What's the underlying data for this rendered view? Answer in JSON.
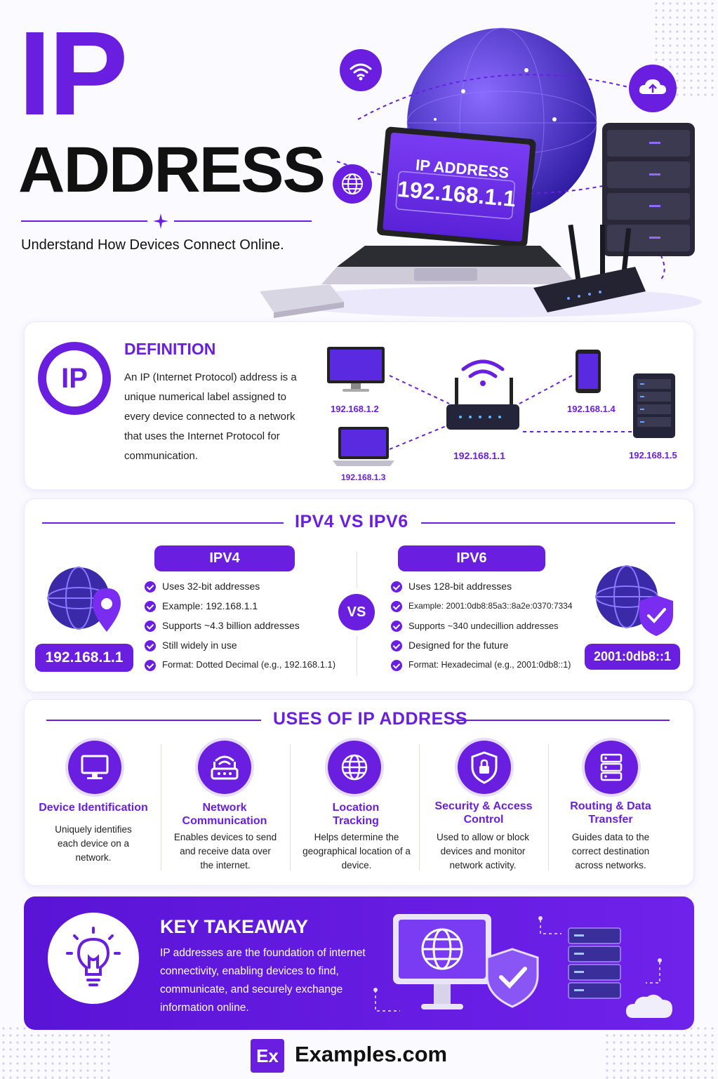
{
  "header": {
    "title_line1": "IP",
    "title_line2": "ADDRESS",
    "subtitle": "Understand How Devices Connect Online.",
    "laptop_screen_title": "IP ADDRESS",
    "laptop_screen_ip": "192.168.1.1"
  },
  "definition": {
    "badge": "IP",
    "heading": "DEFINITION",
    "text": "An IP (Internet Protocol) address is a unique numerical label assigned to every device connected to a network that uses the Internet Protocol for communication.",
    "devices": [
      {
        "label": "192.168.1.2"
      },
      {
        "label": "192.168.1.3"
      },
      {
        "label": "192.168.1.1"
      },
      {
        "label": "192.168.1.4"
      },
      {
        "label": "192.168.1.5"
      }
    ]
  },
  "compare": {
    "heading": "IPV4 VS IPV6",
    "vs": "VS",
    "ipv4": {
      "title": "IPV4",
      "badge": "192.168.1.1",
      "items": [
        "Uses 32-bit addresses",
        "Example: 192.168.1.1",
        "Supports ~4.3 billion addresses",
        "Still widely in use",
        "Format: Dotted Decimal (e.g., 192.168.1.1)"
      ]
    },
    "ipv6": {
      "title": "IPV6",
      "badge": "2001:0db8::1",
      "items": [
        "Uses 128-bit addresses",
        "Example: 2001:0db8:85a3::8a2e:0370:7334",
        "Supports ~340 undecillion addresses",
        "Designed for the future",
        "Format: Hexadecimal (e.g., 2001:0db8::1)"
      ]
    }
  },
  "uses": {
    "heading": "USES OF IP ADDRESS",
    "items": [
      {
        "icon": "monitor-icon",
        "title": "Device Identification",
        "desc": "Uniquely identifies each device on a network."
      },
      {
        "icon": "router-icon",
        "title": "Network Communication",
        "desc": "Enables devices to send and receive data over the internet."
      },
      {
        "icon": "globe-icon",
        "title": "Location Tracking",
        "desc": "Helps determine the geographical location of a device."
      },
      {
        "icon": "lock-shield-icon",
        "title": "Security & Access Control",
        "desc": "Used to allow or block devices and monitor network activity."
      },
      {
        "icon": "server-icon",
        "title": "Routing & Data Transfer",
        "desc": "Guides data to the correct destination across networks."
      }
    ]
  },
  "takeaway": {
    "heading": "KEY TAKEAWAY",
    "text": "IP addresses are the foundation of internet connectivity, enabling devices to find, communicate, and securely exchange information online."
  },
  "footer": {
    "logo_mark": "Ex",
    "brand": "Examples.com"
  },
  "colors": {
    "accent": "#6a1fe0",
    "accent_dark": "#4a12b8",
    "background": "#fbfaff"
  }
}
